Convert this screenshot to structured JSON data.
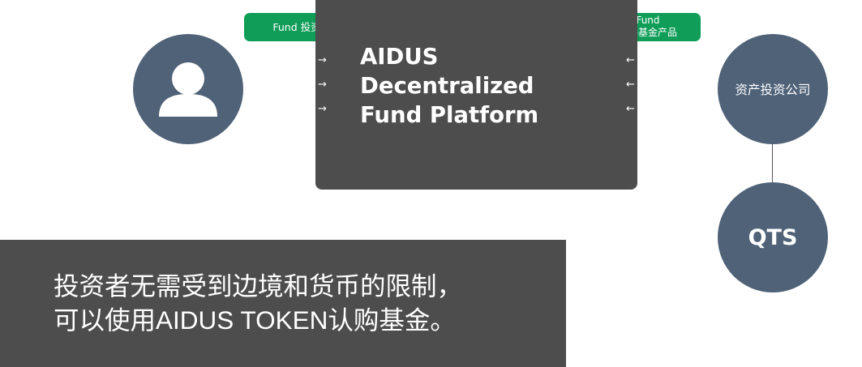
{
  "platform": {
    "title": "AIDUS\nDecentralized\nFund Platform",
    "arrow_in_glyph": "→",
    "arrow_out_glyph": "←"
  },
  "tags": {
    "invest": "Fund 投资",
    "provide_line1": "Fund",
    "provide_line2": "提供基金产品"
  },
  "nodes": {
    "investor_icon": "user-icon",
    "asset_company": "资产投资公司",
    "qts": "QTS"
  },
  "caption": {
    "text": "投资者无需受到边境和货币的限制，\n可以使用AIDUS TOKEN认购基金。"
  },
  "colors": {
    "node_fill": "#4f6278",
    "box_fill": "#4d4d4d",
    "tag_green": "#0f9d58"
  }
}
